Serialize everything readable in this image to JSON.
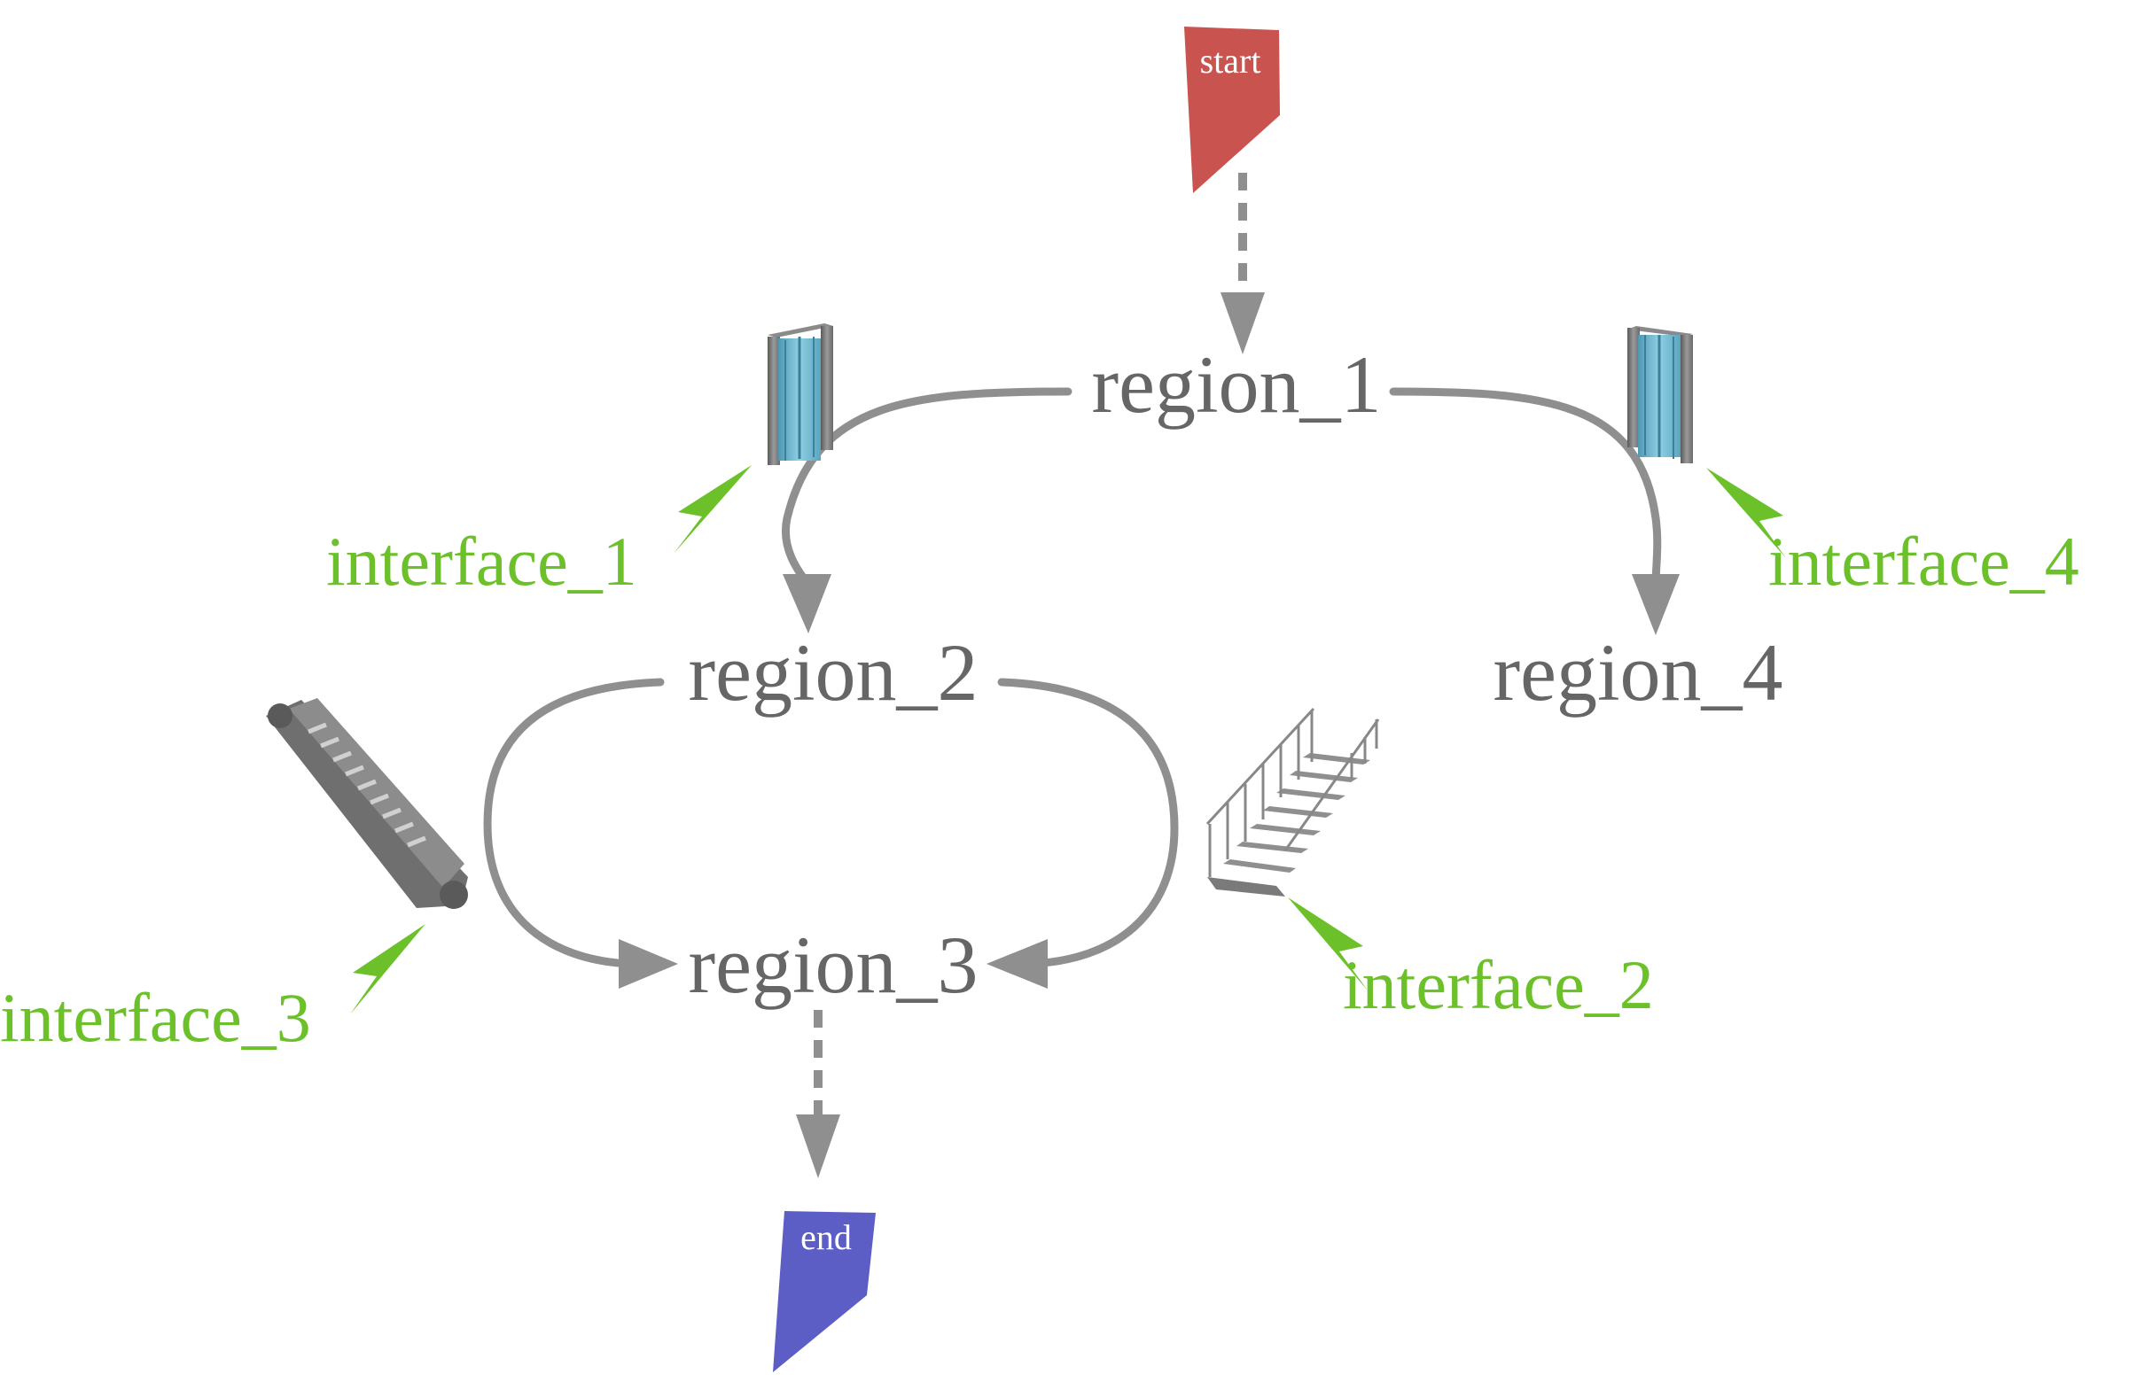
{
  "regions": {
    "region_1": "region_1",
    "region_2": "region_2",
    "region_3": "region_3",
    "region_4": "region_4"
  },
  "interfaces": {
    "interface_1": {
      "label": "interface_1",
      "icon": "elevator-door-icon"
    },
    "interface_2": {
      "label": "interface_2",
      "icon": "staircase-icon"
    },
    "interface_3": {
      "label": "interface_3",
      "icon": "escalator-icon"
    },
    "interface_4": {
      "label": "interface_4",
      "icon": "elevator-door-icon"
    }
  },
  "start_flag": {
    "label": "start",
    "color": "#c9534f"
  },
  "end_flag": {
    "label": "end",
    "color": "#5c5ec6"
  },
  "colors": {
    "region_text": "#666666",
    "interface_text": "#6cc12a",
    "edge": "#8f8f8f",
    "elevator_glass": "#6fb3cc"
  }
}
